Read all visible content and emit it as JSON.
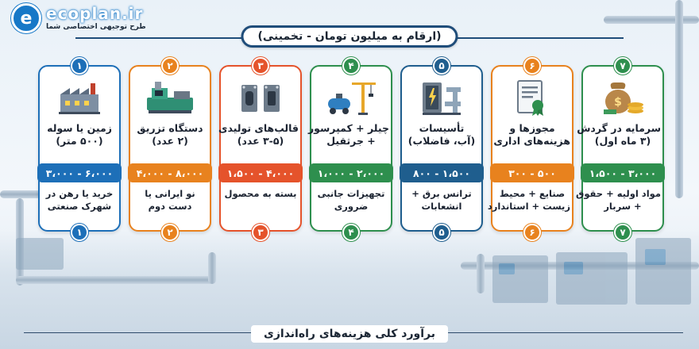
{
  "brand": {
    "name": "ecoplan.ir",
    "tagline": "طرح توجیهی اختصاصی شما",
    "logo_letter": "e",
    "accent": "#1778c7"
  },
  "header": {
    "title": "(ارقام به میلیون تومان - تخمینی)"
  },
  "footer": {
    "title": "برآورد کلی هزینه‌های راه‌اندازی"
  },
  "cards": [
    {
      "num": "۱",
      "title": "زمین یا سوله",
      "subtitle": "(۵۰۰ متر)",
      "range": "۳،۰۰۰ - ۶،۰۰۰",
      "note1": "خرید یا رهن در",
      "note2": "شهرک صنعتی",
      "color": "#1d6fb8",
      "icon": "factory-icon"
    },
    {
      "num": "۲",
      "title": "دستگاه تزریق",
      "subtitle": "(۲ عدد)",
      "range": "۴،۰۰۰ - ۸،۰۰۰",
      "note1": "نو ایرانی یا",
      "note2": "دست دوم",
      "color": "#e8821e",
      "icon": "injection-machine-icon"
    },
    {
      "num": "۳",
      "title": "قالب‌های تولیدی",
      "subtitle": "(۳-۵ عدد)",
      "range": "۱،۵۰۰ - ۴،۰۰۰",
      "note1": "بسته به محصول",
      "note2": "",
      "color": "#e5532b",
      "icon": "mold-icon"
    },
    {
      "num": "۴",
      "title": "چیلر + کمپرسور",
      "subtitle": "+ جرثقیل",
      "range": "۱،۰۰۰ - ۲،۰۰۰",
      "note1": "تجهیزات جانبی",
      "note2": "ضروری",
      "color": "#2e8f4e",
      "icon": "crane-compressor-icon"
    },
    {
      "num": "۵",
      "title": "تأسیسات",
      "subtitle": "(آب، فاضلاب)",
      "range": "۸۰۰ - ۱،۵۰۰",
      "note1": "ترانس برق +",
      "note2": "انشعابات",
      "color": "#1f5e8e",
      "icon": "electrical-panel-icon"
    },
    {
      "num": "۶",
      "title": "مجوزها و",
      "subtitle": "هزینه‌های اداری",
      "range": "۳۰۰ - ۵۰۰",
      "note1": "صنایع + محیط",
      "note2": "زیست + استاندارد",
      "color": "#e8821e",
      "icon": "certificate-icon"
    },
    {
      "num": "۷",
      "title": "سرمایه در گردش",
      "subtitle": "(۳ ماه اول)",
      "range": "۱،۵۰۰ - ۳،۰۰۰",
      "note1": "مواد اولیه + حقوق",
      "note2": "+ سربار",
      "color": "#2e8f4e",
      "icon": "money-bag-icon"
    }
  ]
}
